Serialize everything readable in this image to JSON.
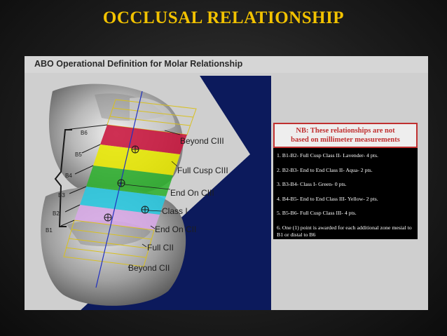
{
  "slide": {
    "title": "OCCLUSAL RELATIONSHIP"
  },
  "panel": {
    "header": "ABO Operational Definition for Molar Relationship"
  },
  "zones": [
    {
      "label": "Beyond CIII"
    },
    {
      "label": "Full Cusp CIII"
    },
    {
      "label": "End On CIII"
    },
    {
      "label": "Class I"
    },
    {
      "label": "End On CII"
    },
    {
      "label": "Full CII"
    },
    {
      "label": "Beyond CII"
    }
  ],
  "boundaries": [
    "B6",
    "B5",
    "B4",
    "B3",
    "B2",
    "B1"
  ],
  "note": {
    "line1": "NB: These relationships are not",
    "line2": "based on millimeter measurements"
  },
  "definitions": [
    "1. B1-B2- Full  Cusp Class II- Lavender- 4 pts.",
    "2. B2-B3- End to End Class II- Aqua- 2 pts.",
    "3. B3-B4- Class I- Green- 0 pts.",
    "4. B4-B5- End to End Class III- Yellow- 2 pts.",
    "5. B5-B6- Full  Cusp Class III- 4 pts.",
    "6. One (1) point is awarded for each additional zone mesial to B1 or distal to B6"
  ],
  "colors": {
    "title": "#f2c200",
    "navy": "#0c1a5c",
    "beyond_ciii": "#c8143c",
    "full_cusp_ciii": "#e8e800",
    "end_on_ciii": "#2fb02f",
    "class_i": "#28c8e0",
    "end_on_cii": "#d8a8e8",
    "note_red": "#c03030"
  }
}
